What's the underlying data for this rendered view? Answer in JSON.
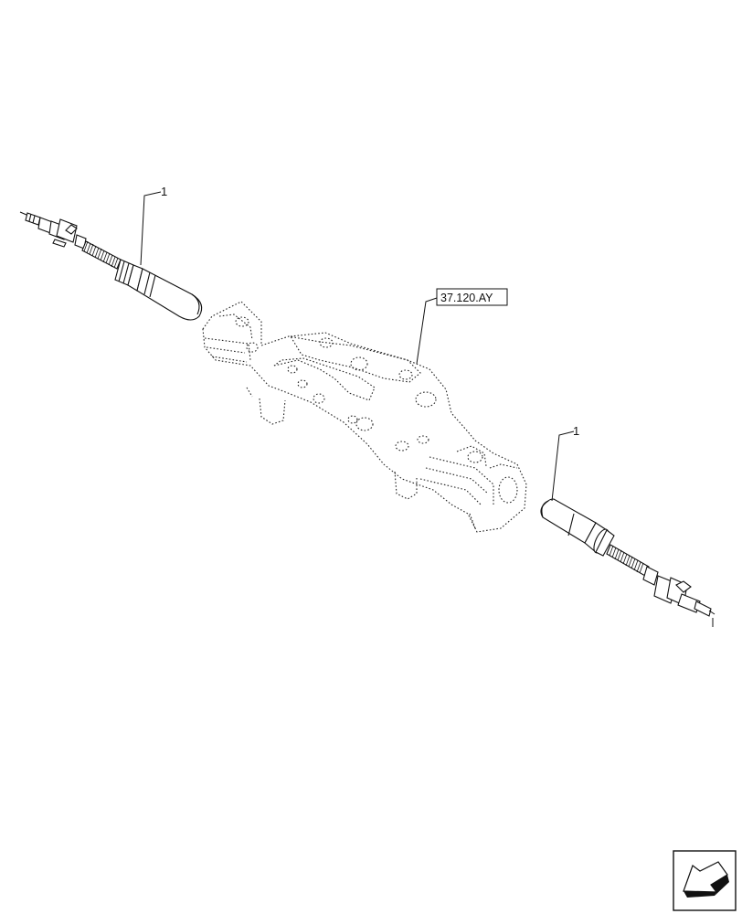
{
  "callouts": {
    "upper_sensor_item": "1",
    "lower_sensor_item": "1",
    "housing_reference": "37.120.AY"
  }
}
